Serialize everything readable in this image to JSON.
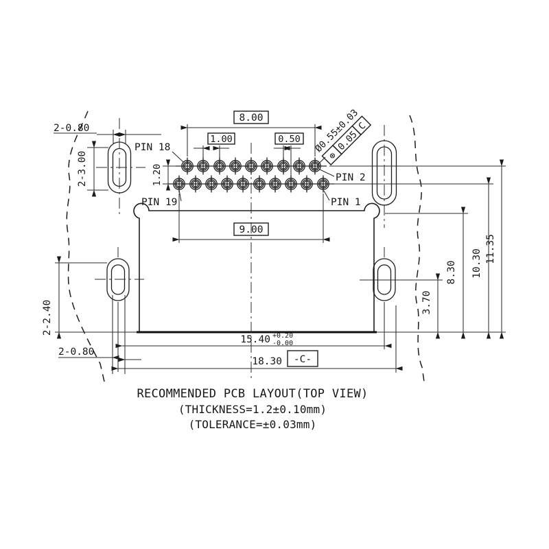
{
  "drawing": {
    "colors": {
      "line": "#1c1c1c",
      "background": "#ffffff"
    },
    "title": {
      "line1": "RECOMMENDED PCB LAYOUT(TOP VIEW)",
      "line2": "(THICKNESS=1.2±0.10mm)",
      "line3": "(TOLERANCE=±0.03mm)"
    },
    "pin_labels": {
      "pin18": "PIN 18",
      "pin2": "PIN 2",
      "pin19": "PIN 19",
      "pin1": "PIN 1"
    },
    "pin_counts": {
      "top_row": 9,
      "bottom_row": 10
    },
    "dims": {
      "top_row_span": "8.00",
      "pin_pitch": "1.00",
      "row_stagger": "0.50",
      "row_offset": "1.20",
      "bottom_row_span": "9.00",
      "hole_diameter": "Ø0.55±0.03",
      "fcf": {
        "symbol": "⊕",
        "tolerance": "0.05",
        "datum": "C"
      },
      "upper_slot_width": "2-0.80",
      "upper_slot_length": "2-3.00",
      "lower_slot_length": "2-2.40",
      "lower_slot_width": "2-0.80",
      "right_offsets": {
        "v1": "3.70",
        "v2": "8.30",
        "v3": "10.30",
        "v4": "11.35"
      },
      "body_width": {
        "value": "15.40",
        "tol_plus": "+0.20",
        "tol_minus": "-0.00"
      },
      "overall_width": "18.30",
      "datum_label": "-C-"
    }
  }
}
